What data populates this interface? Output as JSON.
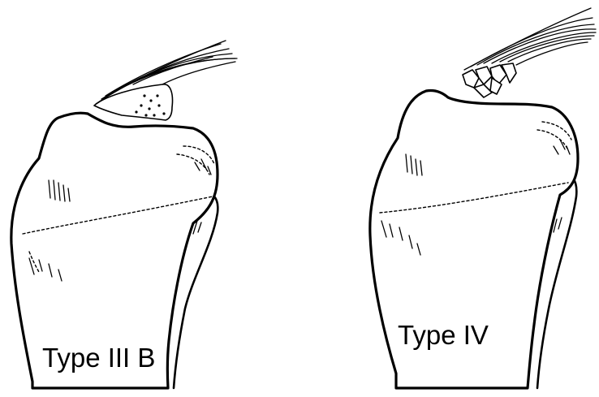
{
  "panels": [
    {
      "id": "left",
      "label": "Type III B"
    },
    {
      "id": "right",
      "label": "Type IV"
    }
  ]
}
